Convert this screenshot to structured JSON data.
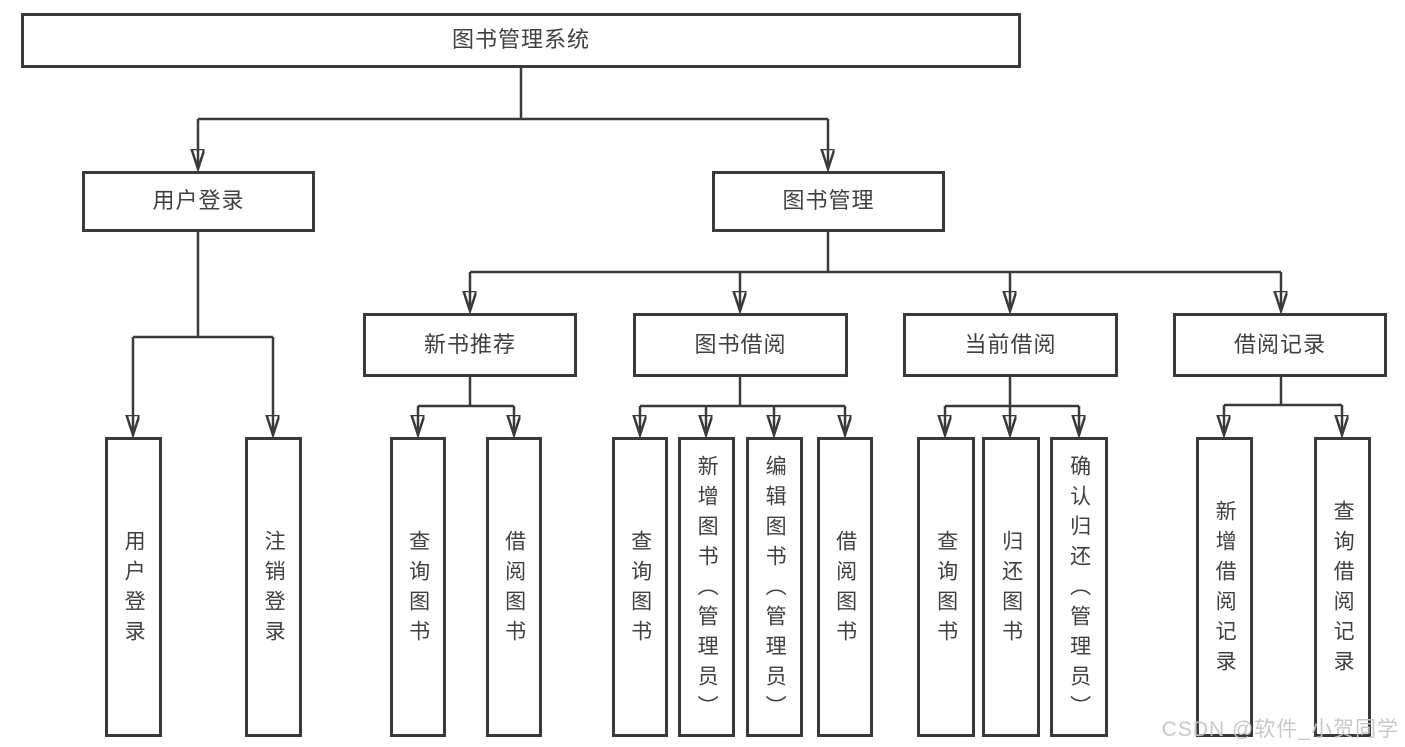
{
  "colors": {
    "line": "#3a3a3a",
    "text": "#404040",
    "watermark": "#c4c7ca",
    "background": "#ffffff"
  },
  "tree": {
    "root": "图书管理系统",
    "branches": [
      {
        "label": "用户登录",
        "children": [
          "用户登录",
          "注销登录"
        ]
      },
      {
        "label": "图书管理",
        "sections": [
          {
            "label": "新书推荐",
            "children": [
              "查询图书",
              "借阅图书"
            ]
          },
          {
            "label": "图书借阅",
            "children": [
              "查询图书",
              "新增图书（管理员）",
              "编辑图书（管理员）",
              "借阅图书"
            ]
          },
          {
            "label": "当前借阅",
            "children": [
              "查询图书",
              "归还图书",
              "确认归还（管理员）"
            ]
          },
          {
            "label": "借阅记录",
            "children": [
              "新增借阅记录",
              "查询借阅记录"
            ]
          }
        ]
      }
    ]
  },
  "watermark": "CSDN @软件_小贺同学"
}
